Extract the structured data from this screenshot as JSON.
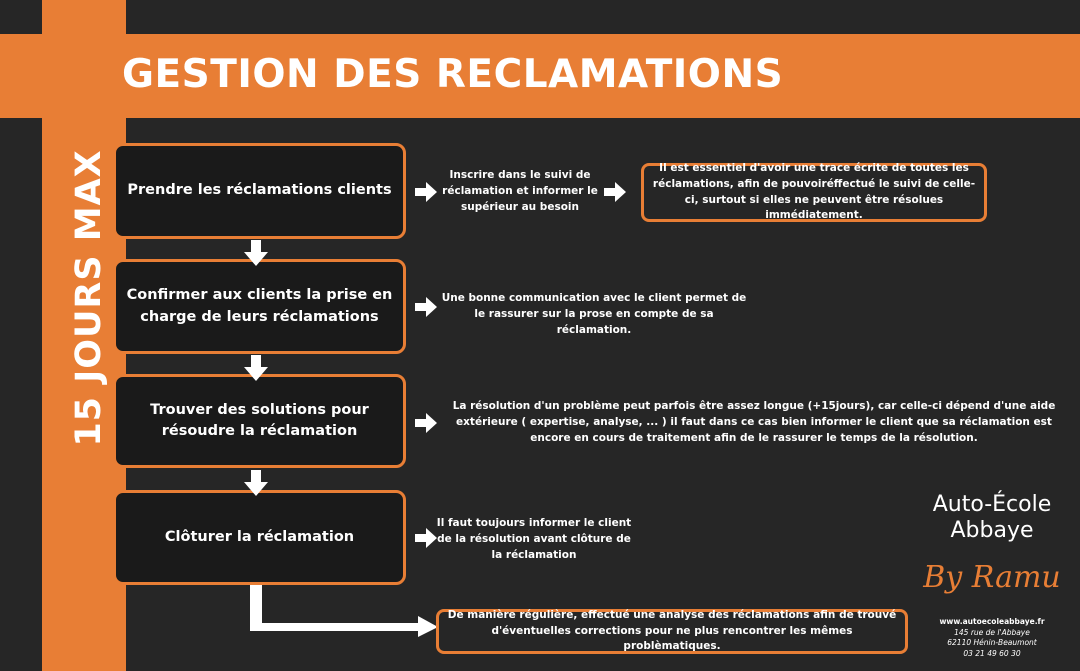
{
  "title": "GESTION DES RECLAMATIONS",
  "side_label": "15 JOURS MAX",
  "steps": [
    {
      "label": "Prendre les réclamations clients"
    },
    {
      "label": "Confirmer aux clients la prise en charge de leurs réclamations"
    },
    {
      "label": "Trouver des solutions pour résoudre la réclamation"
    },
    {
      "label": "Clôturer la réclamation"
    }
  ],
  "notes": [
    {
      "text": "Inscrire dans le suivi de réclamation et informer le supérieur au besoin"
    },
    {
      "text": "Une bonne communication avec le client permet de le rassurer sur la prose en compte de sa réclamation."
    },
    {
      "text": "La résolution d'un problème peut parfois être assez longue (+15jours), car celle-ci dépend d'une aide extérieure ( expertise, analyse, ... ) il faut dans ce cas bien informer le client que sa réclamation est encore en cours de traitement afin de le rassurer le temps de la résolution."
    },
    {
      "text": "Il faut toujours informer le client de la résolution avant clôture de la réclamation"
    }
  ],
  "boxed_notes": [
    {
      "text": "Il est essentiel d'avoir une trace écrite de toutes les réclamations, afin de pouvoiréffectué le suivi de celle-ci, surtout si elles ne peuvent être résolues immédiatement."
    },
    {
      "text": "De manière régulière, effectué une analyse des réclamations afin de trouvé d'éventuelles corrections pour ne plus rencontrer les mêmes problèmatiques."
    }
  ],
  "brand": {
    "line1": "Auto-École",
    "line2": "Abbaye",
    "signature": "By Ramu",
    "website": "www.autoecoleabbaye.fr",
    "address": "145 rue de l'Abbaye",
    "city": "62110 Hénin-Beaumont",
    "phone": "03 21 49 60 30"
  },
  "colors": {
    "accent": "#e87e35",
    "background": "#262626",
    "box": "#1a1a1a",
    "text": "#ffffff"
  }
}
